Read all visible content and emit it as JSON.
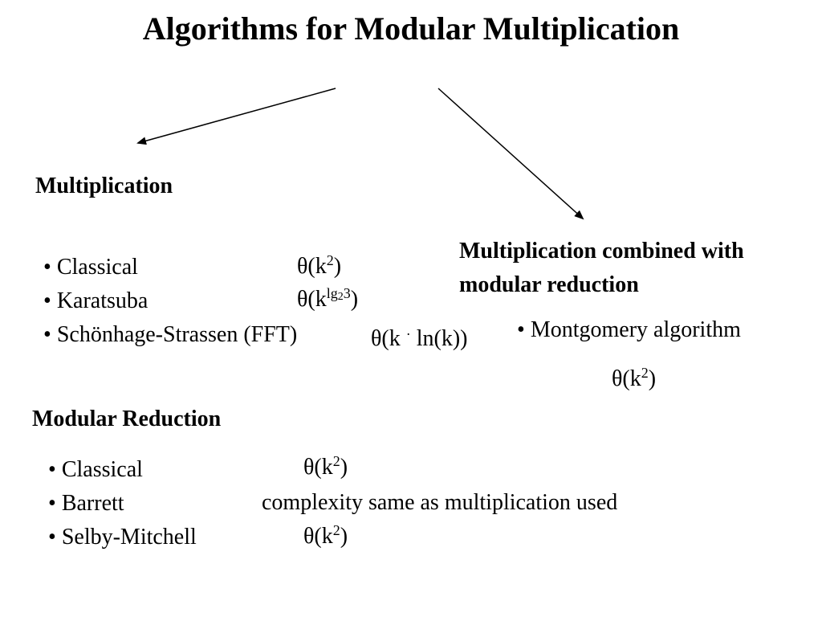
{
  "title": "Algorithms for Modular Multiplication",
  "multiplication": {
    "heading": "Multiplication",
    "items": [
      {
        "label": "Classical"
      },
      {
        "label": "Karatsuba"
      },
      {
        "label": "Schönhage-Strassen (FFT)"
      }
    ]
  },
  "combined": {
    "heading_line1": "Multiplication combined with",
    "heading_line2": "modular reduction",
    "items": [
      {
        "label": "Montgomery algorithm"
      }
    ]
  },
  "reduction": {
    "heading": "Modular Reduction",
    "items": [
      {
        "label": "Classical"
      },
      {
        "label": "Barrett"
      },
      {
        "label": "Selby-Mitchell"
      }
    ],
    "barrett_complexity": "complexity same as multiplication used"
  },
  "notation": {
    "theta": "θ",
    "open": "(",
    "close": ")",
    "k": "k",
    "two": "2",
    "three": "3",
    "lg": "lg",
    "dot": "·",
    "ln_part": " ln(k))",
    "k_space": "(k "
  }
}
